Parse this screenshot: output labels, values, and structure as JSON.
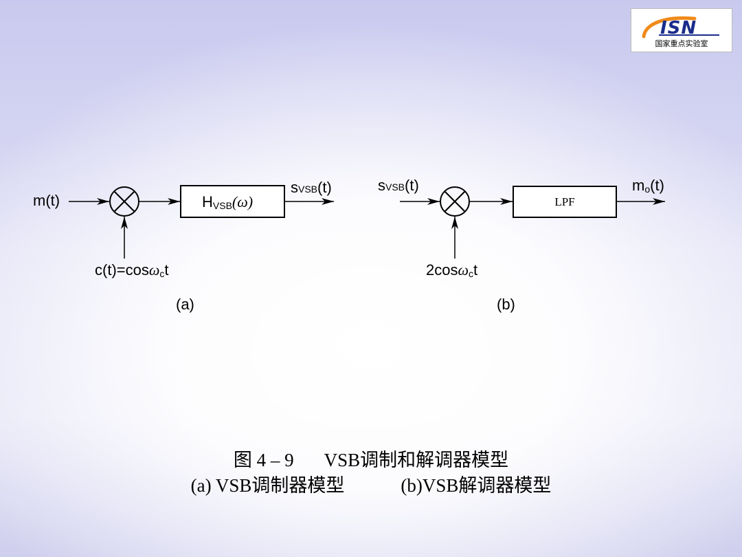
{
  "logo": {
    "text": "国家重点实验室",
    "mark": "ISN",
    "accent": "#1a2c8c",
    "swoosh": "#f08a1c"
  },
  "diagram_a": {
    "input": "m(t)",
    "box_main": "H",
    "box_sub": "VSB",
    "box_arg": "(ω)",
    "output_main": "s",
    "output_sub": "VSB",
    "output_arg": "(t)",
    "carrier_prefix": "c(t)=cos",
    "carrier_omega": "ω",
    "carrier_sub": "c",
    "carrier_suffix": "t",
    "label": "(a)"
  },
  "diagram_b": {
    "input_main": "s",
    "input_sub": "VSB",
    "input_arg": "(t)",
    "box": "LPF",
    "output_main": "m",
    "output_sub": "o",
    "output_arg": "(t)",
    "carrier_prefix": "2cos",
    "carrier_omega": "ω",
    "carrier_sub": "c",
    "carrier_suffix": "t",
    "label": "(b)"
  },
  "caption": {
    "line1_num": "图 4 – 9",
    "line1_title": "VSB调制和解调器模型",
    "line2_a": "(a) VSB调制器模型",
    "line2_b": "(b)VSB解调器模型"
  }
}
